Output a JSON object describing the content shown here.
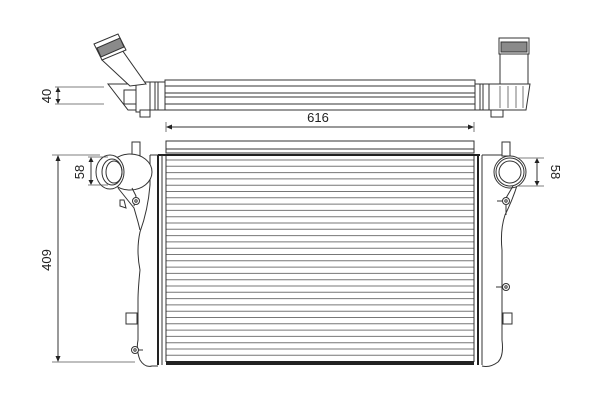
{
  "drawing": {
    "subject": "intercooler",
    "views": [
      "top-view",
      "front-view"
    ],
    "colors": {
      "line": "#333333",
      "hatch": "#8a8a8a",
      "background": "#ffffff"
    }
  },
  "dimensions": {
    "top_height": "40",
    "core_width": "616",
    "overall_height": "409",
    "inlet_diameter_left": "58",
    "outlet_diameter_right": "58"
  }
}
